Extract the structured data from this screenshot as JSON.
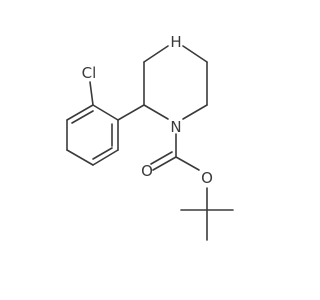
{
  "atoms": {
    "nh": "H",
    "n_ring": "N",
    "cl": "Cl",
    "o_carbonyl": "O",
    "o_ester": "O"
  },
  "colors": {
    "bond": "#3a3a3a",
    "background": "#ffffff"
  }
}
